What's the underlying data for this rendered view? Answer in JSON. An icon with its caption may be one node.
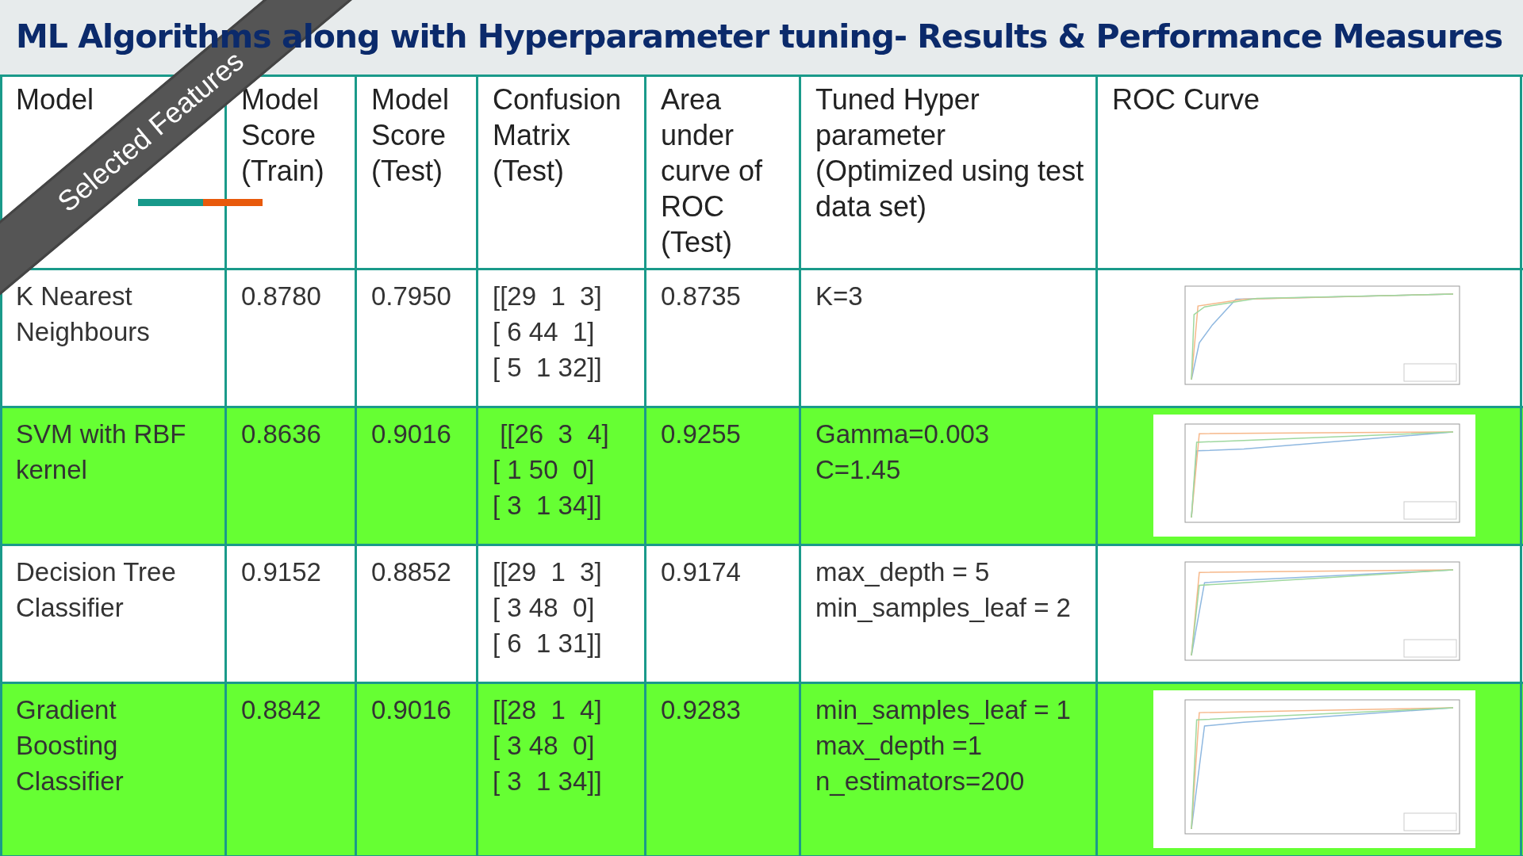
{
  "diagram": {
    "title": "ML Algorithms along with Hyperparameter tuning- Results & Performance Measures",
    "labels": [
      "Selected Features",
      "Model",
      "Model Score (Train)",
      "Model Score (Test)",
      "Confusion Matrix (Test)",
      "Area under curve of ROC (Test)",
      "Tuned Hyper parameter (Optimized using test data set)",
      "ROC Curve",
      "K Nearest Neighbours",
      "0.8780",
      "0.7950",
      "[[29  1  3] [ 6 44  1] [ 5  1 32]]",
      "0.8735",
      "K=3",
      "SVM with RBF kernel",
      "0.8636",
      "0.9016",
      " [[26  3  4] [ 1 50  0] [ 3  1 34]]",
      "0.9255",
      "Gamma=0.003",
      "C=1.45",
      "Decision Tree Classifier",
      "0.9152",
      "0.8852",
      "[[29  1  3] [ 3 48  0] [ 6  1 31]]",
      "0.9174",
      "max_depth = 5",
      "min_samples_leaf = 2",
      "Gradient Boosting Classifier",
      "0.8842",
      "0.9016",
      "[[28  1  4] [ 3 48  0] [ 3  1 34]]",
      "0.9283",
      "min_samples_leaf = 1",
      "max_depth =1",
      "n_estimators=200"
    ]
  }
}
